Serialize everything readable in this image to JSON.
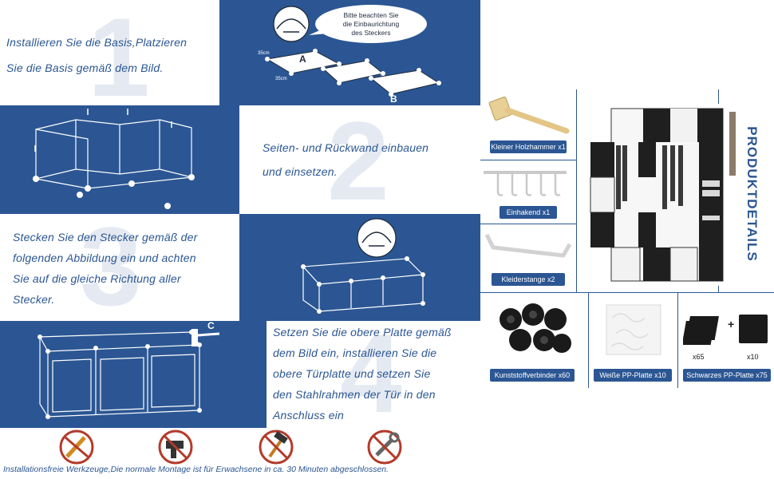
{
  "steps": [
    {
      "number": "1",
      "text_lines": [
        "Installieren Sie die Basis,Platzieren",
        "Sie die Basis gemäß dem Bild."
      ]
    },
    {
      "number": "2",
      "text_lines": [
        "Seiten- und Rückwand einbauen",
        "und einsetzen."
      ]
    },
    {
      "number": "3",
      "text_lines": [
        "Stecken Sie den Stecker gemäß der",
        "folgenden Abbildung ein und achten",
        "Sie auf die gleiche Richtung aller",
        "Stecker."
      ]
    },
    {
      "number": "4",
      "text_lines": [
        "Setzen Sie die obere Platte gemäß",
        "dem Bild ein, installieren Sie die",
        "obere Türplatte und setzen Sie",
        "den Stahlrahmen der Tür in den",
        "Anschluss ein"
      ]
    }
  ],
  "callout": {
    "lines": [
      "Bitte beachten Sie",
      "die Einbaurichtung",
      "des Steckers"
    ]
  },
  "diagram_labels": {
    "a": "A",
    "b": "B",
    "c": "C",
    "dim1": "35cm",
    "dim2": "35cm"
  },
  "footer_note": "Installationsfreie Werkzeuge,Die normale Montage ist für Erwachsene in ca. 30 Minuten abgeschlossen.",
  "no_tools": [
    "screwdriver",
    "drill",
    "hammer",
    "wrench"
  ],
  "product_title": "PRODUKTDETAILS",
  "parts": [
    {
      "label": "Kleiner Holzhammer x1"
    },
    {
      "label": "Einhakend x1"
    },
    {
      "label": "Kleiderstange x2"
    },
    {
      "label": "Kunststoffverbinder x60"
    },
    {
      "label": "Weiße PP-Platte x10"
    },
    {
      "label": "Schwarzes PP-Platte x75",
      "counts": [
        "x65",
        "x10"
      ],
      "plus": "+"
    }
  ],
  "colors": {
    "blue": "#2b5693",
    "white": "#ffffff",
    "red": "#b33a2a"
  }
}
